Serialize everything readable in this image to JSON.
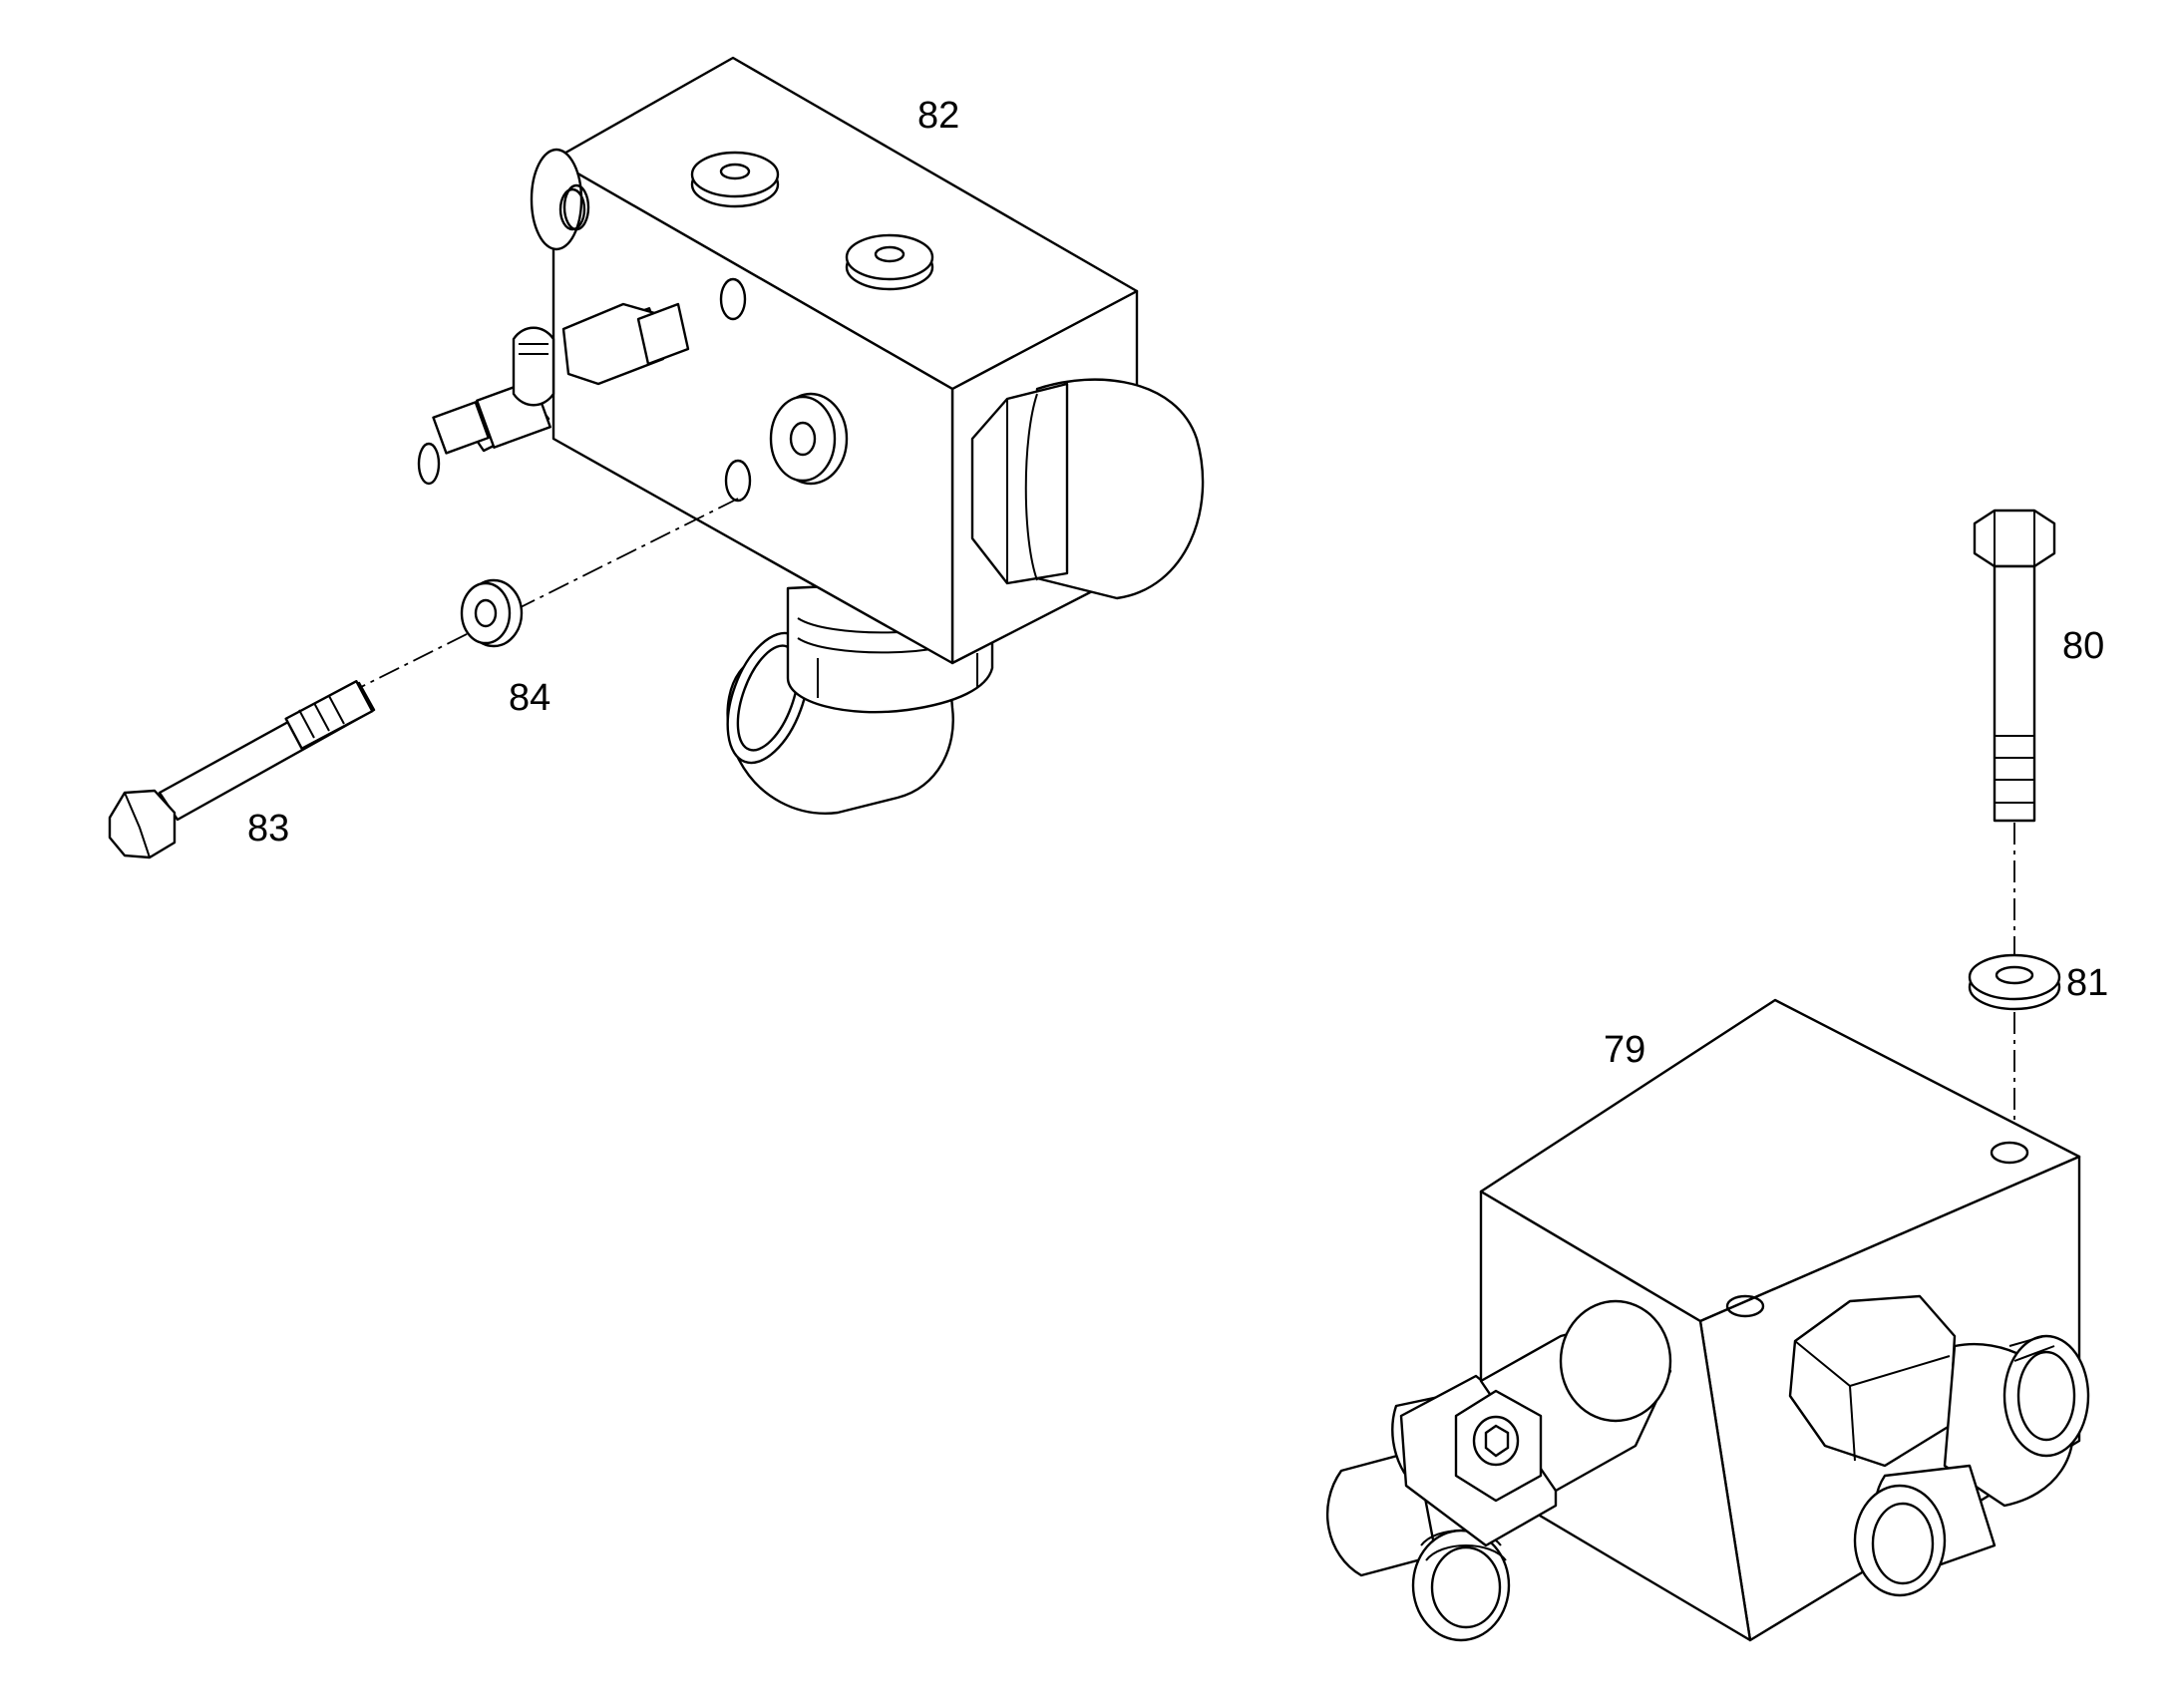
{
  "callouts": {
    "p79": "79",
    "p80": "80",
    "p81": "81",
    "p82": "82",
    "p83": "83",
    "p84": "84"
  },
  "colors": {
    "line": "#000000",
    "background": "#ffffff"
  }
}
